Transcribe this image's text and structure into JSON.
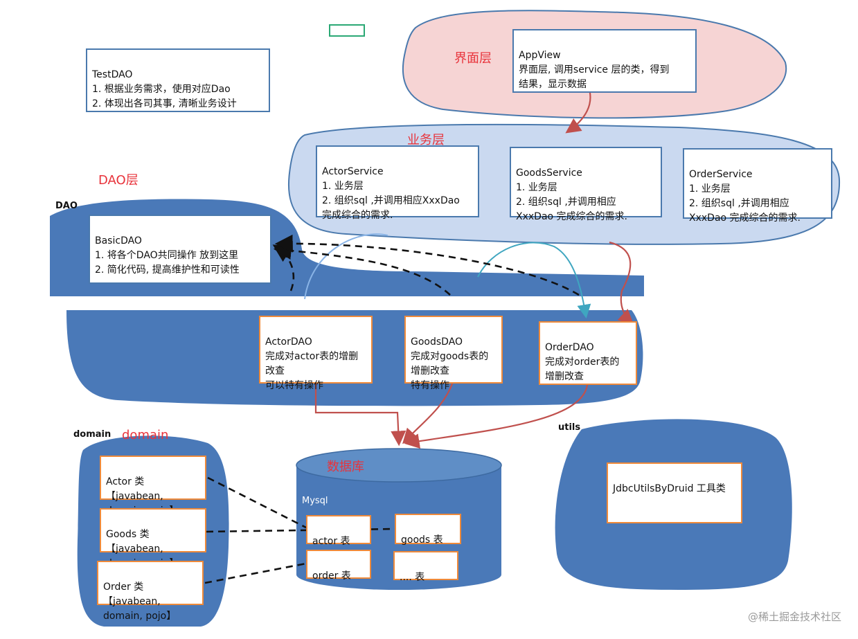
{
  "layers": {
    "ui": "界面层",
    "service": "业务层",
    "dao": "DAO层",
    "domain": "domain",
    "database": "数据库"
  },
  "tags": {
    "dao": "DAO",
    "domain": "domain",
    "utils": "utils"
  },
  "boxes": {
    "testdao": {
      "title": "TestDAO",
      "body": "1. 根据业务需求，使用对应Dao\n2. 体现出各司其事, 清晰业务设计"
    },
    "appview": {
      "title": "AppView",
      "body": "界面层, 调用service 层的类，得到\n结果，显示数据"
    },
    "actor_service": {
      "title": "ActorService",
      "body": "1. 业务层\n2. 组织sql ,并调用相应XxxDao\n完成综合的需求."
    },
    "goods_service": {
      "title": "GoodsService",
      "body": "1. 业务层\n2. 组织sql ,并调用相应\nXxxDao 完成综合的需求."
    },
    "order_service": {
      "title": "OrderService",
      "body": "1. 业务层\n2. 组织sql ,并调用相应\nXxxDao 完成综合的需求."
    },
    "basicdao": {
      "title": "BasicDAO",
      "body": "1. 将各个DAO共同操作 放到这里\n2.  简化代码, 提高维护性和可读性"
    },
    "actordao": {
      "title": "ActorDAO",
      "body": "完成对actor表的增删\n改查\n可以特有操作"
    },
    "goodsdao": {
      "title": "GoodsDAO",
      "body": "完成对goods表的\n增删改查\n特有操作"
    },
    "orderdao": {
      "title": "OrderDAO",
      "body": "完成对order表的\n增删改查"
    },
    "actor_class": {
      "title": "Actor 类【javabean,",
      "body": "domain, pojo】"
    },
    "goods_class": {
      "title": "Goods 类【javabean,",
      "body": "domain, pojo】"
    },
    "order_class": {
      "title": "Order 类【javabean,",
      "body": "domain, pojo】"
    },
    "jdbcutils": {
      "title": "JdbcUtilsByDruid 工具类",
      "body": ""
    }
  },
  "database": {
    "name": "Mysql",
    "tables": [
      "actor 表",
      "goods 表",
      "order 表",
      ".... 表"
    ]
  },
  "colors": {
    "blue_fill": "#4a79b8",
    "pink_fill": "#f6d4d4",
    "light_blue_fill": "#cad9f0",
    "arrow_red": "#c0504d",
    "arrow_teal": "#3fa6c0",
    "label_red": "#e8333b"
  },
  "watermark": "@稀土掘金技术社区"
}
